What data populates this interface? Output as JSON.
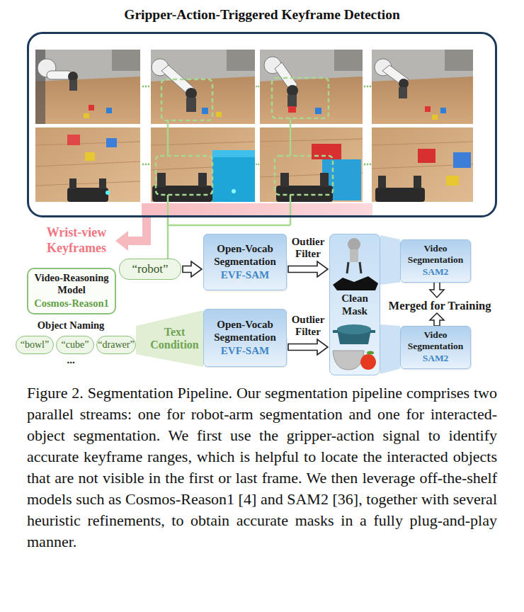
{
  "diagram": {
    "caption": "Figure 2. Segmentation Pipeline. Our segmentation pipeline comprises two parallel streams: one for robot-arm segmentation and one for interacted-object segmentation. We first use the gripper-action signal to identify accurate keyframe ranges, which is helpful to locate the interacted objects that are not visible in the first or last frame. We then leverage off-the-shelf models such as Cosmos-Reason1 [4] and SAM2 [36], together with several heuristic refinements, to obtain accurate masks in a fully plug-and-play manner.",
    "nodes": [
      {
        "text": [
          "Gripper-Action-Triggered Keyframe Detection"
        ]
      },
      {
        "text": [
          "Wrist-view Keyframes"
        ]
      },
      {
        "text": [
          "Video-Reasoning Model",
          "Cosmos-Reason1"
        ]
      },
      {
        "text": [
          "“bowl”"
        ]
      },
      {
        "text": [
          "“cube”"
        ]
      },
      {
        "text": [
          "“drawer”"
        ]
      },
      {
        "text": [
          "“robot”"
        ]
      },
      {
        "text": [
          "Open-Vocab Segmentation",
          "EVF-SAM"
        ]
      },
      {
        "text": [
          "Text Condition"
        ]
      },
      {
        "text": [
          "Open-Vocab Segmentation",
          "EVF-SAM"
        ]
      },
      {
        "text": [
          "Clean Mask"
        ]
      },
      {
        "text": [
          "Video Segmentation",
          "SAM2"
        ]
      },
      {
        "text": [
          "Video Segmentation",
          "SAM2"
        ]
      }
    ],
    "edges": [
      {
        "from": 0,
        "to": 1,
        "arrow": "to"
      },
      {
        "from": 0,
        "to": 6,
        "arrow": "none"
      },
      {
        "from": 6,
        "to": 7,
        "arrow": "to"
      },
      {
        "from": 7,
        "to": 10,
        "label": "Outlier Filter",
        "arrow": "to"
      },
      {
        "from": 9,
        "to": 10,
        "label": "Outlier Filter",
        "arrow": "to"
      },
      {
        "from": 10,
        "to": 11,
        "arrow": "none"
      },
      {
        "from": 10,
        "to": 12,
        "arrow": "none"
      }
    ],
    "labels": [
      "Object Naming",
      "...",
      "Merged for Training"
    ]
  }
}
